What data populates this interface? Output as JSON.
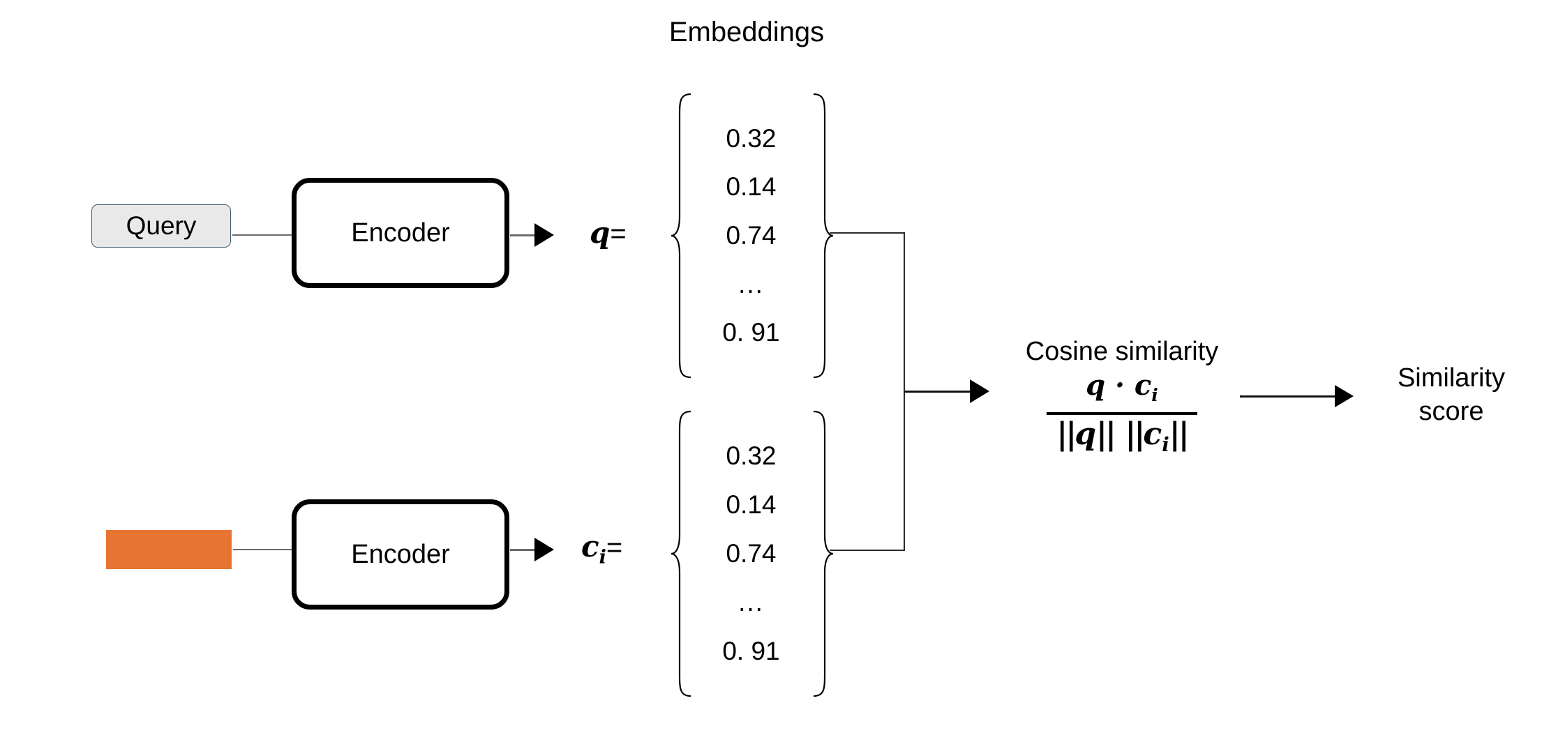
{
  "diagram": {
    "title": "Embeddings",
    "background_color": "#ffffff",
    "accent_color": "#E87434",
    "query": {
      "label": "Query",
      "fill_color": "#E9E9E9",
      "border_color": "#3E5C6B"
    },
    "context": {
      "label": "",
      "fill_color": "#E87434"
    },
    "encoder_top": {
      "label": "Encoder"
    },
    "encoder_bottom": {
      "label": "Encoder"
    },
    "vector_q": {
      "symbol": "q",
      "subscript": "",
      "equals": "=",
      "values": [
        "0.32",
        "0.14",
        "0.74",
        "...",
        "0. 91"
      ]
    },
    "vector_ci": {
      "symbol": "c",
      "subscript": "i",
      "equals": "=",
      "values": [
        "0.32",
        "0.14",
        "0.74",
        "...",
        "0. 91"
      ]
    },
    "cosine": {
      "title": "Cosine similarity",
      "numerator": "q · c",
      "numerator_subscript": "i",
      "denominator_left_open": "||",
      "denominator_left_sym": "q",
      "denominator_left_close": "||",
      "denominator_right_open": "||",
      "denominator_right_sym": "c",
      "denominator_right_subscript": "i",
      "denominator_right_close": "||"
    },
    "output": {
      "line1": "Similarity",
      "line2": "score"
    }
  }
}
